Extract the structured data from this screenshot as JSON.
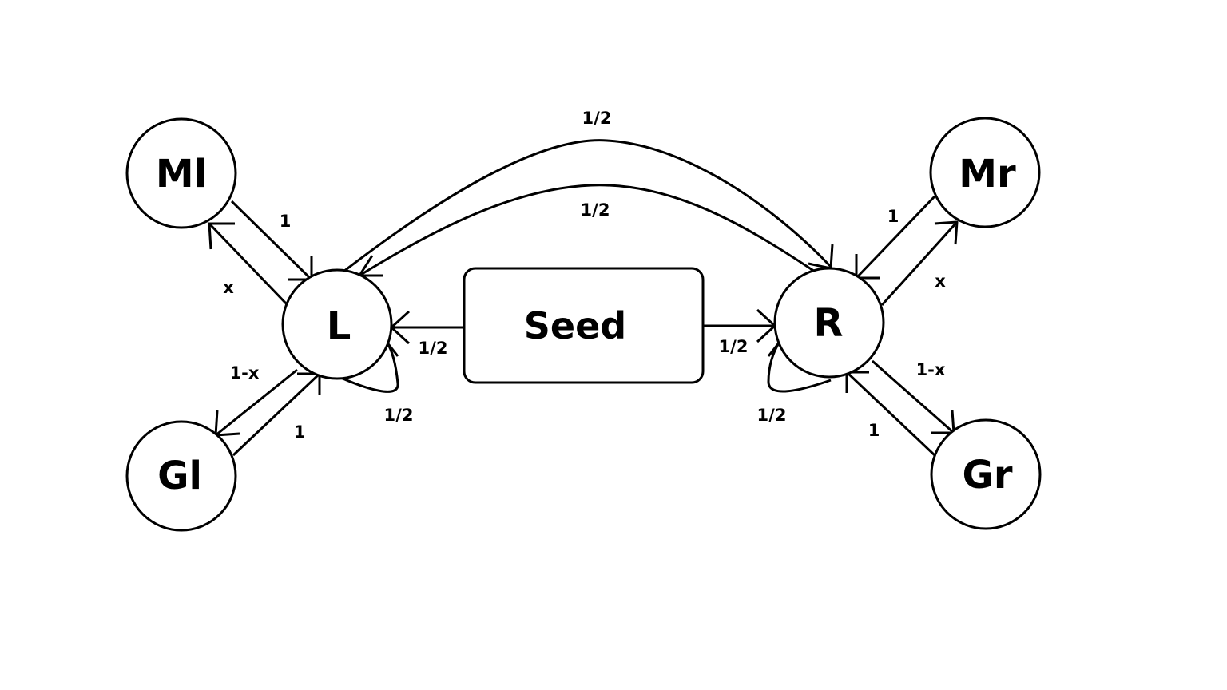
{
  "nodes": {
    "ml": "Ml",
    "mr": "Mr",
    "l": "L",
    "r": "R",
    "gl": "Gl",
    "gr": "Gr",
    "seed": "Seed"
  },
  "edges": {
    "top_outer": "1/2",
    "top_inner": "1/2",
    "ml_to_l": "1",
    "l_to_ml": "x",
    "l_to_gl": "1-x",
    "gl_to_l": "1",
    "seed_to_l": "1/2",
    "l_self": "1/2",
    "seed_to_r": "1/2",
    "r_self": "1/2",
    "mr_to_r": "1",
    "r_to_mr": "x",
    "r_to_gr": "1-x",
    "gr_to_r": "1"
  }
}
